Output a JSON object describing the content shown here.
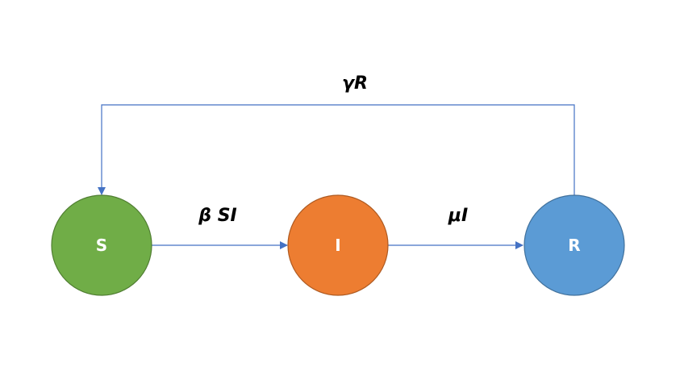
{
  "colors": {
    "susceptible": "#70AD47",
    "susceptible_border": "#507E32",
    "infected": "#ED7D31",
    "infected_border": "#AE5A21",
    "recovered": "#5B9BD5",
    "recovered_border": "#41719C",
    "edge": "#4472C4",
    "label_text": "#FFFFFF"
  },
  "nodes": {
    "s": {
      "label": "S"
    },
    "i": {
      "label": "I"
    },
    "r": {
      "label": "R"
    }
  },
  "edges": {
    "infection_label": "β SI",
    "recovery_label": "μI",
    "loss_of_immunity_label": "γR"
  }
}
